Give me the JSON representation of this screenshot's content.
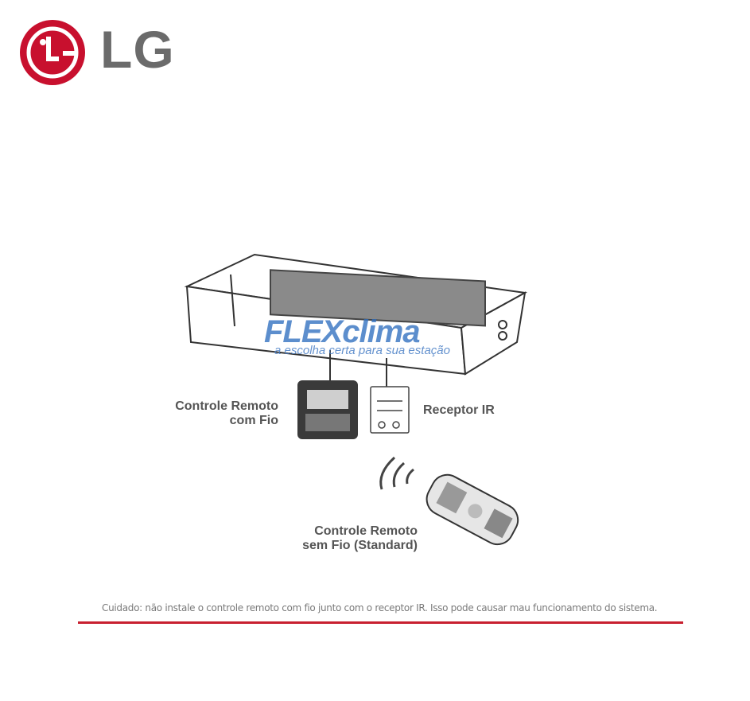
{
  "brand": {
    "name": "LG",
    "color": "#c8102e",
    "text_color": "#6b6b6b"
  },
  "watermark": {
    "name_part1": "FLEX",
    "name_part2": "clima",
    "tagline": "a escolha certa para sua estação"
  },
  "labels": {
    "wired_remote_line1": "Controle Remoto",
    "wired_remote_line2": "com Fio",
    "ir_receiver": "Receptor IR",
    "wireless_remote_line1": "Controle Remoto",
    "wireless_remote_line2": "sem Fio (Standard)"
  },
  "caution": "Cuidado: não instale o controle remoto com fio junto com o receptor IR. Isso pode causar mau funcionamento do sistema.",
  "accent_color": "#c8202f"
}
